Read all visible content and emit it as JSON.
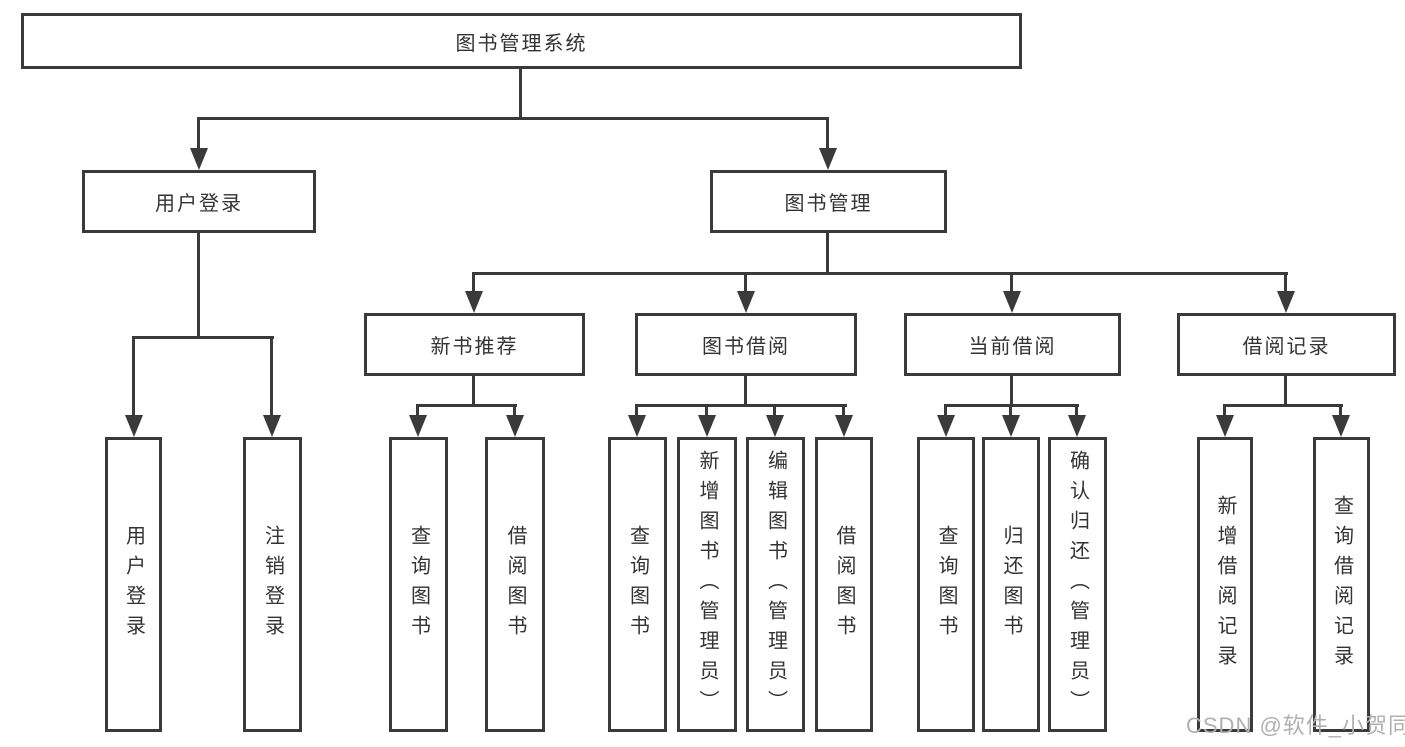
{
  "tree": {
    "root": "图书管理系统",
    "branches": [
      {
        "label": "用户登录",
        "children": [
          "用户登录",
          "注销登录"
        ]
      },
      {
        "label": "图书管理",
        "modules": [
          {
            "label": "新书推荐",
            "children": [
              "查询图书",
              "借阅图书"
            ]
          },
          {
            "label": "图书借阅",
            "children": [
              "查询图书",
              "新增图书（管理员）",
              "编辑图书（管理员）",
              "借阅图书"
            ]
          },
          {
            "label": "当前借阅",
            "children": [
              "查询图书",
              "归还图书",
              "确认归还（管理员）"
            ]
          },
          {
            "label": "借阅记录",
            "children": [
              "新增借阅记录",
              "查询借阅记录"
            ]
          }
        ]
      }
    ]
  },
  "watermark": "CSDN @软件_小贺同学",
  "colors": {
    "line": "#3a3a3a",
    "text": "#333333",
    "background": "#ffffff",
    "watermark": "#b0b0b0"
  }
}
